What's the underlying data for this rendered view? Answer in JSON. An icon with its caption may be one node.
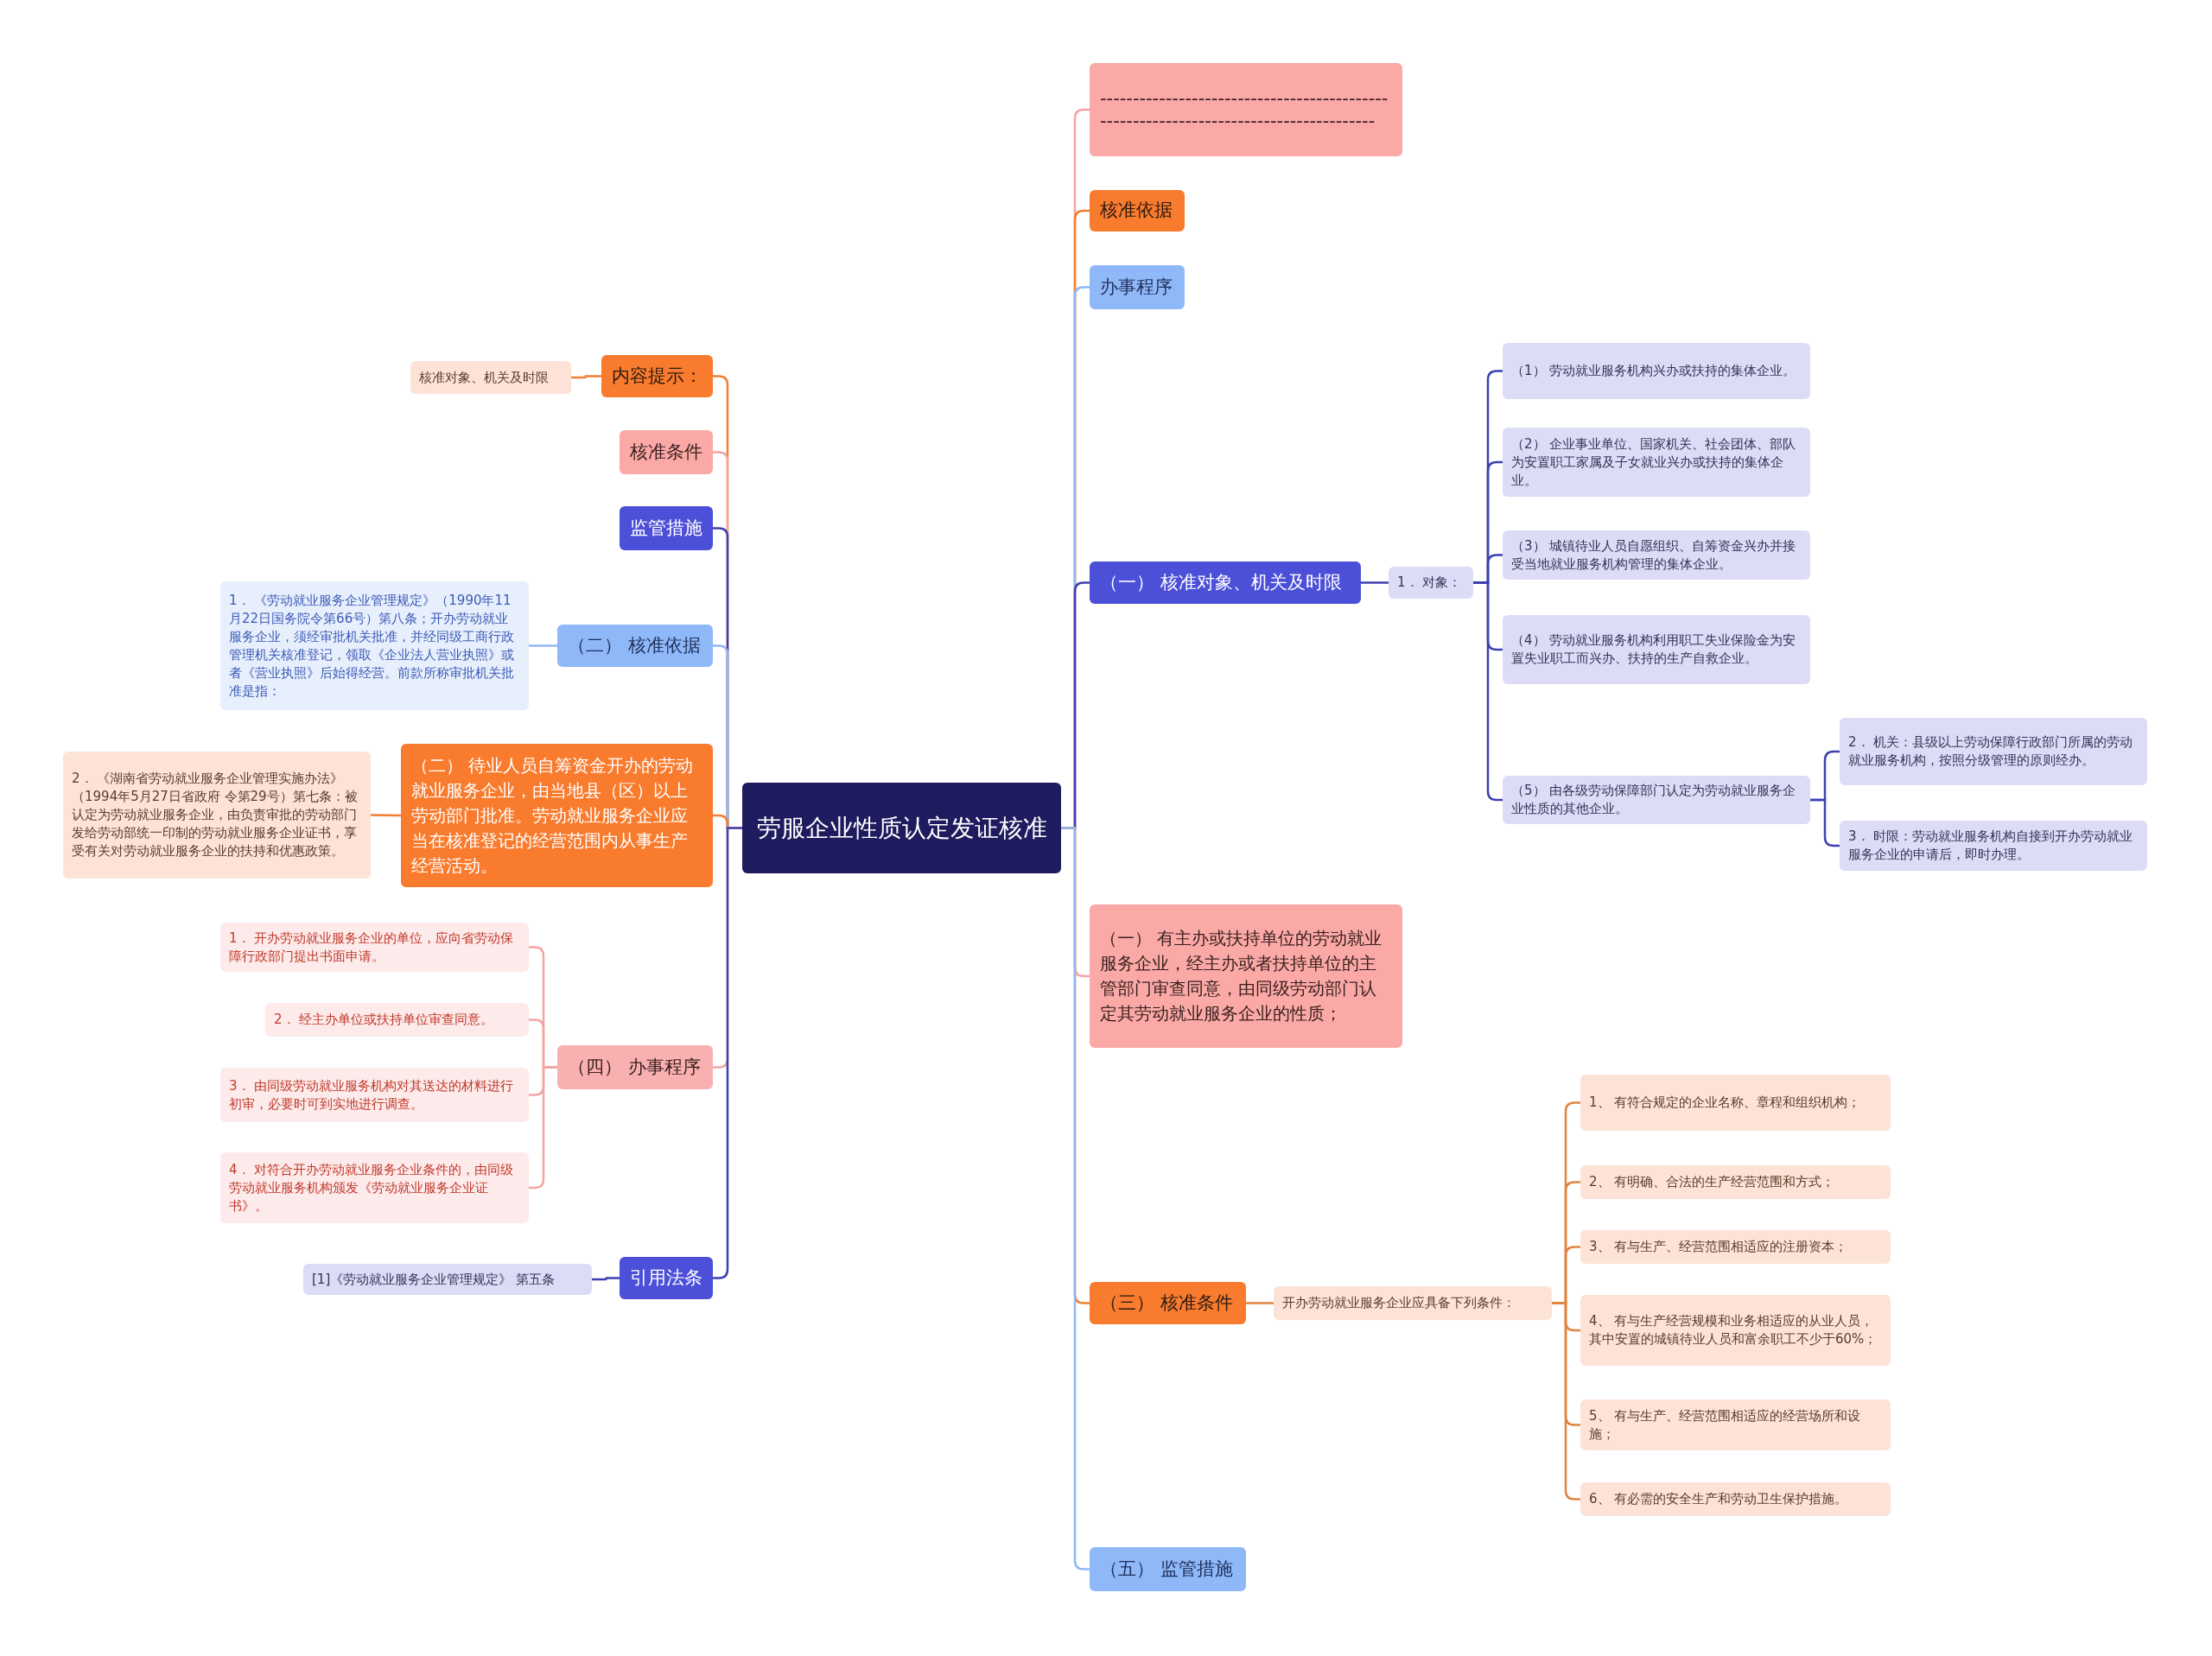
{
  "diagram": {
    "nodes": [
      {
        "text": [
          "劳服企业性质认定发证核准"
        ]
      },
      {
        "text": [
          "--------------------------------------------------------------------------------------"
        ]
      },
      {
        "text": [
          "核准依据"
        ]
      },
      {
        "text": [
          "办事程序"
        ]
      },
      {
        "text": [
          "（一） 核准对象、机关及时限"
        ]
      },
      {
        "text": [
          "1． 对象："
        ]
      },
      {
        "text": [
          "（1） 劳动就业服务机构兴办或扶持的集体企业。"
        ]
      },
      {
        "text": [
          "（2） 企业事业单位、国家机关、社会团体、部队为安置职工家属及子女就业兴办或扶持的集体企业。"
        ]
      },
      {
        "text": [
          "（3） 城镇待业人员自愿组织、自筹资金兴办并接受当地就业服务机构管理的集体企业。"
        ]
      },
      {
        "text": [
          "（4） 劳动就业服务机构利用职工失业保险金为安置失业职工而兴办、扶持的生产自救企业。"
        ]
      },
      {
        "text": [
          "（5） 由各级劳动保障部门认定为劳动就业服务企业性质的其他企业。"
        ]
      },
      {
        "text": [
          "2． 机关：县级以上劳动保障行政部门所属的劳动就业服务机构，按照分级管理的原则经办。"
        ]
      },
      {
        "text": [
          "3． 时限：劳动就业服务机构自接到开办劳动就业服务企业的申请后，即时办理。"
        ]
      },
      {
        "text": [
          "（一） 有主办或扶持单位的劳动就业服务企业，经主办或者扶持单位的主管部门审查同意，由同级劳动部门认定其劳动就业服务企业的性质；"
        ]
      },
      {
        "text": [
          "（三） 核准条件"
        ]
      },
      {
        "text": [
          "开办劳动就业服务企业应具备下列条件："
        ]
      },
      {
        "text": [
          "1、 有符合规定的企业名称、章程和组织机构；"
        ]
      },
      {
        "text": [
          "2、 有明确、合法的生产经营范围和方式；"
        ]
      },
      {
        "text": [
          "3、 有与生产、经营范围相适应的注册资本；"
        ]
      },
      {
        "text": [
          "4、 有与生产经营规模和业务相适应的从业人员，其中安置的城镇待业人员和富余职工不少于60%；"
        ]
      },
      {
        "text": [
          "5、 有与生产、经营范围相适应的经营场所和设施；"
        ]
      },
      {
        "text": [
          "6、 有必需的安全生产和劳动卫生保护措施。"
        ]
      },
      {
        "text": [
          "（五） 监管措施"
        ]
      },
      {
        "text": [
          "内容提示："
        ]
      },
      {
        "text": [
          "核准对象、机关及时限"
        ]
      },
      {
        "text": [
          "核准条件"
        ]
      },
      {
        "text": [
          "监管措施"
        ]
      },
      {
        "text": [
          "（二） 核准依据"
        ]
      },
      {
        "text": [
          "1． 《劳动就业服务企业管理规定》（1990年11月22日国务院令第66号）第八条；开办劳动就业服务企业，须经审批机关批准，并经同级工商行政管理机关核准登记，领取《企业法人营业执照》或者《营业执照》后始得经营。前款所称审批机关批准是指："
        ]
      },
      {
        "text": [
          "（二） 待业人员自筹资金开办的劳动就业服务企业，由当地县（区）以上劳动部门批准。劳动就业服务企业应当在核准登记的经营范围内从事生产经营活动。"
        ]
      },
      {
        "text": [
          "2． 《湖南省劳动就业服务企业管理实施办法》（1994年5月27日省政府 令第29号）第七条：被认定为劳动就业服务企业，由负责审批的劳动部门发给劳动部统一印制的劳动就业服务企业证书，享受有关对劳动就业服务企业的扶持和优惠政策。"
        ]
      },
      {
        "text": [
          "（四） 办事程序"
        ]
      },
      {
        "text": [
          "1． 开办劳动就业服务企业的单位，应向省劳动保障行政部门提出书面申请。"
        ]
      },
      {
        "text": [
          "2． 经主办单位或扶持单位审查同意。"
        ]
      },
      {
        "text": [
          "3． 由同级劳动就业服务机构对其送达的材料进行初审，必要时可到实地进行调查。"
        ]
      },
      {
        "text": [
          "4． 对符合开办劳动就业服务企业条件的，由同级劳动就业服务机构颁发《劳动就业服务企业证书》。"
        ]
      },
      {
        "text": [
          "引用法条"
        ]
      },
      {
        "text": [
          "[1]《劳动就业服务企业管理规定》 第五条"
        ]
      }
    ],
    "edges": [
      {
        "from": 0,
        "to": 1,
        "arrow": "none",
        "color": "#f4a5a2"
      },
      {
        "from": 0,
        "to": 2,
        "arrow": "none",
        "color": "#f07f33"
      },
      {
        "from": 0,
        "to": 3,
        "arrow": "none",
        "color": "#8fb8f8"
      },
      {
        "from": 0,
        "to": 4,
        "arrow": "none",
        "color": "#3e40b0"
      },
      {
        "from": 0,
        "to": 13,
        "arrow": "none",
        "color": "#f4a5a2"
      },
      {
        "from": 0,
        "to": 14,
        "arrow": "none",
        "color": "#f07f33"
      },
      {
        "from": 0,
        "to": 22,
        "arrow": "none",
        "color": "#8fb8f8"
      },
      {
        "from": 4,
        "to": 5,
        "arrow": "none",
        "color": "#3e40b0"
      },
      {
        "from": 5,
        "to": 6,
        "arrow": "none",
        "color": "#3e40b0"
      },
      {
        "from": 5,
        "to": 7,
        "arrow": "none",
        "color": "#3e40b0"
      },
      {
        "from": 5,
        "to": 8,
        "arrow": "none",
        "color": "#3e40b0"
      },
      {
        "from": 5,
        "to": 9,
        "arrow": "none",
        "color": "#3e40b0"
      },
      {
        "from": 5,
        "to": 10,
        "arrow": "none",
        "color": "#3e40b0"
      },
      {
        "from": 10,
        "to": 11,
        "arrow": "none",
        "color": "#3e40b0"
      },
      {
        "from": 10,
        "to": 12,
        "arrow": "none",
        "color": "#3e40b0"
      },
      {
        "from": 14,
        "to": 15,
        "arrow": "none",
        "color": "#e0843f"
      },
      {
        "from": 15,
        "to": 16,
        "arrow": "none",
        "color": "#e0843f"
      },
      {
        "from": 15,
        "to": 17,
        "arrow": "none",
        "color": "#e0843f"
      },
      {
        "from": 15,
        "to": 18,
        "arrow": "none",
        "color": "#e0843f"
      },
      {
        "from": 15,
        "to": 19,
        "arrow": "none",
        "color": "#e0843f"
      },
      {
        "from": 15,
        "to": 20,
        "arrow": "none",
        "color": "#e0843f"
      },
      {
        "from": 15,
        "to": 21,
        "arrow": "none",
        "color": "#e0843f"
      },
      {
        "from": 0,
        "to": 23,
        "arrow": "none",
        "color": "#f07f33"
      },
      {
        "from": 23,
        "to": 24,
        "arrow": "none",
        "color": "#f07f33"
      },
      {
        "from": 0,
        "to": 25,
        "arrow": "none",
        "color": "#f4a5a2"
      },
      {
        "from": 0,
        "to": 26,
        "arrow": "none",
        "color": "#3e40b0"
      },
      {
        "from": 0,
        "to": 27,
        "arrow": "none",
        "color": "#8fb8f8"
      },
      {
        "from": 27,
        "to": 28,
        "arrow": "none",
        "color": "#8fb8f8"
      },
      {
        "from": 0,
        "to": 29,
        "arrow": "none",
        "color": "#f07f33"
      },
      {
        "from": 29,
        "to": 30,
        "arrow": "none",
        "color": "#f07f33"
      },
      {
        "from": 0,
        "to": 31,
        "arrow": "none",
        "color": "#f4a5a2"
      },
      {
        "from": 31,
        "to": 32,
        "arrow": "none",
        "color": "#f4a5a2"
      },
      {
        "from": 31,
        "to": 33,
        "arrow": "none",
        "color": "#f4a5a2"
      },
      {
        "from": 31,
        "to": 34,
        "arrow": "none",
        "color": "#f4a5a2"
      },
      {
        "from": 31,
        "to": 35,
        "arrow": "none",
        "color": "#f4a5a2"
      },
      {
        "from": 0,
        "to": 36,
        "arrow": "none",
        "color": "#3e40b0"
      },
      {
        "from": 36,
        "to": 37,
        "arrow": "none",
        "color": "#3e40b0"
      }
    ]
  }
}
